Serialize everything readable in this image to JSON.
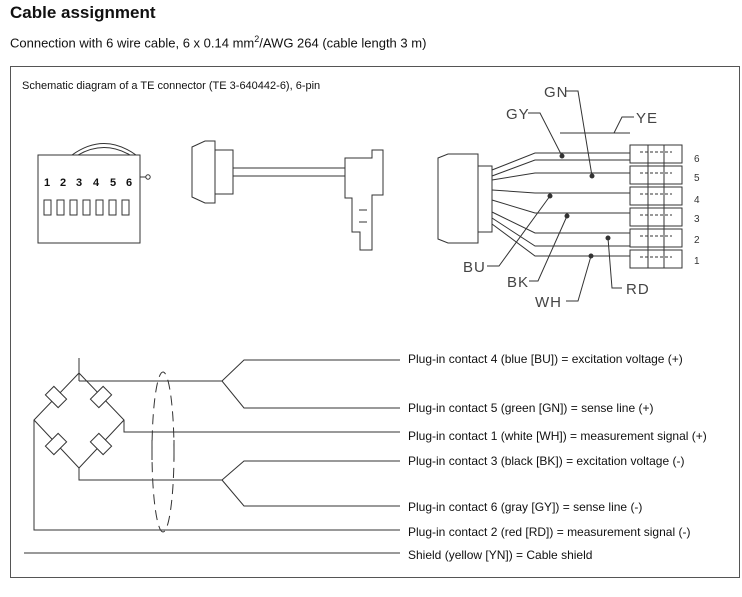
{
  "header": {
    "title": "Cable assignment",
    "subtitle_pre": "Connection with 6 wire cable, 6 x 0.14 mm",
    "subtitle_sup": "2",
    "subtitle_post": "/AWG 264 (cable length 3 m)"
  },
  "schematic": {
    "caption": "Schematic diagram of a TE connector (TE 3-640442-6), 6-pin",
    "plug_digits": [
      "1",
      "2",
      "3",
      "4",
      "5",
      "6"
    ],
    "wire_labels": {
      "gn": "GN",
      "gy": "GY",
      "ye": "YE",
      "bu": "BU",
      "bk": "BK",
      "wh": "WH",
      "rd": "RD"
    },
    "pin_numbers": [
      "6",
      "5",
      "4",
      "3",
      "2",
      "1"
    ]
  },
  "contacts": [
    "Plug-in contact 4 (blue [BU]) = excitation voltage (+)",
    "Plug-in contact 5 (green [GN]) = sense line (+)",
    "Plug-in contact 1 (white [WH]) = measurement signal (+)",
    "Plug-in contact 3 (black [BK]) = excitation voltage (-)",
    "Plug-in contact 6 (gray [GY]) = sense line (-)",
    "Plug-in contact 2 (red [RD]) = measurement signal (-)",
    "Shield (yellow [YN]) = Cable shield"
  ]
}
